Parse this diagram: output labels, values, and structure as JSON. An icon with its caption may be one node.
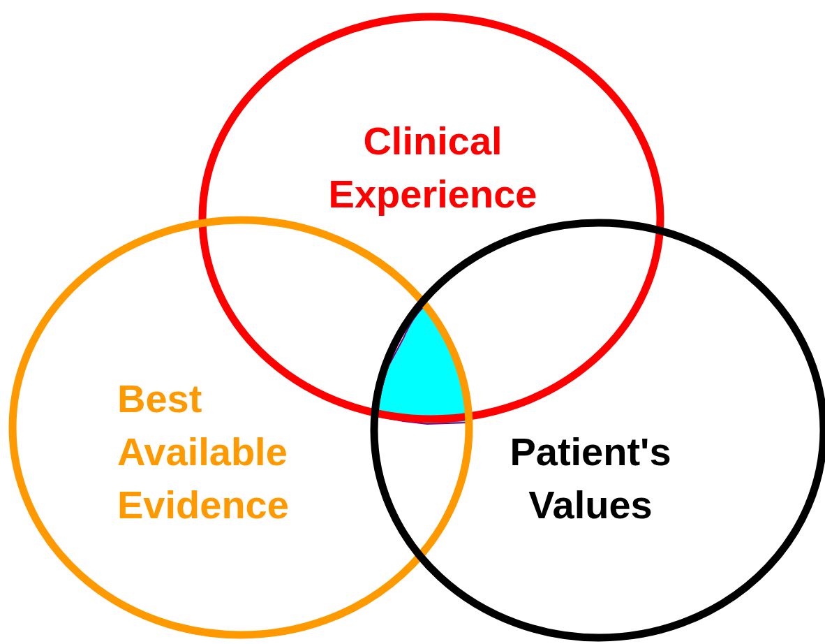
{
  "diagram": {
    "nodes": [
      {
        "text": [
          "Clinical Experience"
        ]
      },
      {
        "text": [
          "Best Available Evidence"
        ]
      },
      {
        "text": [
          "Patient's Values"
        ]
      }
    ]
  }
}
